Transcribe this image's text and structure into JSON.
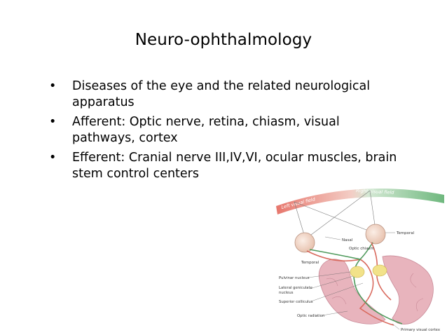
{
  "slide": {
    "title": "Neuro-ophthalmology",
    "bullet_symbol": "•",
    "bullets": [
      "Diseases of the eye and the related neurological apparatus",
      "Afferent: Optic nerve, retina, chiasm, visual pathways, cortex",
      "Efferent: Cranial nerve III,IV,VI, ocular muscles, brain stem control centers"
    ]
  },
  "figure": {
    "labels": {
      "left_visual_field": "Left visual field",
      "right_visual_field": "Right visual field",
      "nasal": "Nasal",
      "temporal_left": "Temporal",
      "temporal_right": "Temporal",
      "optic_chiasm": "Optic chiasm",
      "pulvinar": "Pulvinar nucleus",
      "lgn_line1": "Lateral geniculate",
      "lgn_line2": "nucleus",
      "superior_colliculus": "Superior colliculus",
      "optic_radiation": "Optic radiation",
      "primary_visual_cortex": "Primary visual cortex"
    },
    "colors": {
      "left_field": "#e4675c",
      "right_field": "#5fb070",
      "brain": "#e8b4bd",
      "brain_outline": "#c98a98",
      "eye": "#f3d7c9",
      "lgn": "#f2e28a"
    }
  }
}
